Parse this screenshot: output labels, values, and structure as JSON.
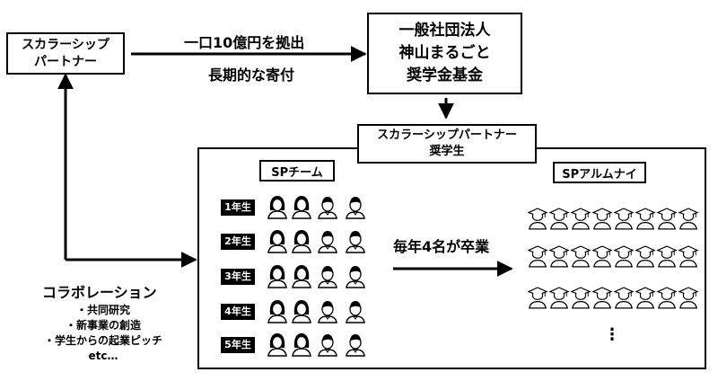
{
  "sp_partner": {
    "line1": "スカラーシップ",
    "line2": "パートナー"
  },
  "donation": {
    "top": "一口10億円を拠出",
    "bottom": "長期的な寄付"
  },
  "foundation": {
    "line1": "一般社団法人",
    "line2": "神山まるごと",
    "line3": "奨学金基金"
  },
  "students_title": {
    "line1": "スカラーシップパートナー",
    "line2": "奨学生"
  },
  "team": {
    "title": "SPチーム",
    "grades": [
      "1年生",
      "2年生",
      "3年生",
      "4年生",
      "5年生"
    ]
  },
  "flow_label": "毎年4名が卒業",
  "alumni": {
    "title": "SPアルムナイ",
    "ellipsis": "⋮"
  },
  "collaboration": {
    "title": "コラボレーション",
    "items": [
      "・共同研究",
      "・新事業の創造",
      "・学生からの起業ピッチ",
      "etc…"
    ]
  }
}
